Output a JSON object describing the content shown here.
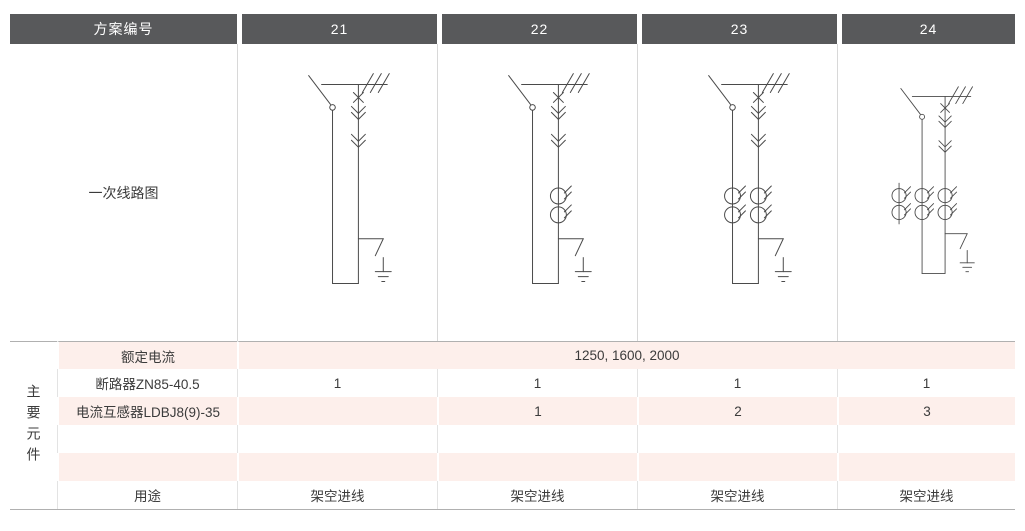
{
  "header": {
    "label": "方案编号",
    "schemes": [
      "21",
      "22",
      "23",
      "24"
    ]
  },
  "diagram": {
    "label": "一次线路图",
    "ct_counts": [
      0,
      1,
      2,
      3
    ]
  },
  "side_label": "主要元件",
  "rows": [
    {
      "label": "额定电流",
      "span_value": "1250, 1600, 2000"
    },
    {
      "label": "断路器ZN85-40.5",
      "values": [
        "1",
        "1",
        "1",
        "1"
      ]
    },
    {
      "label": "电流互感器LDBJ8(9)-35",
      "values": [
        "",
        "1",
        "2",
        "3"
      ]
    },
    {
      "label": "",
      "values": [
        "",
        "",
        "",
        ""
      ]
    },
    {
      "label": "",
      "values": [
        "",
        "",
        "",
        ""
      ]
    },
    {
      "label": "用途",
      "values": [
        "架空进线",
        "架空进线",
        "架空进线",
        "架空进线"
      ]
    }
  ],
  "colors": {
    "header_bg": "#58595b",
    "header_text": "#ffffff",
    "pink_row": "#fdefeb",
    "white_row": "#ffffff",
    "rule": "#b0b0b0",
    "diagram_stroke": "#4a4a4a"
  }
}
